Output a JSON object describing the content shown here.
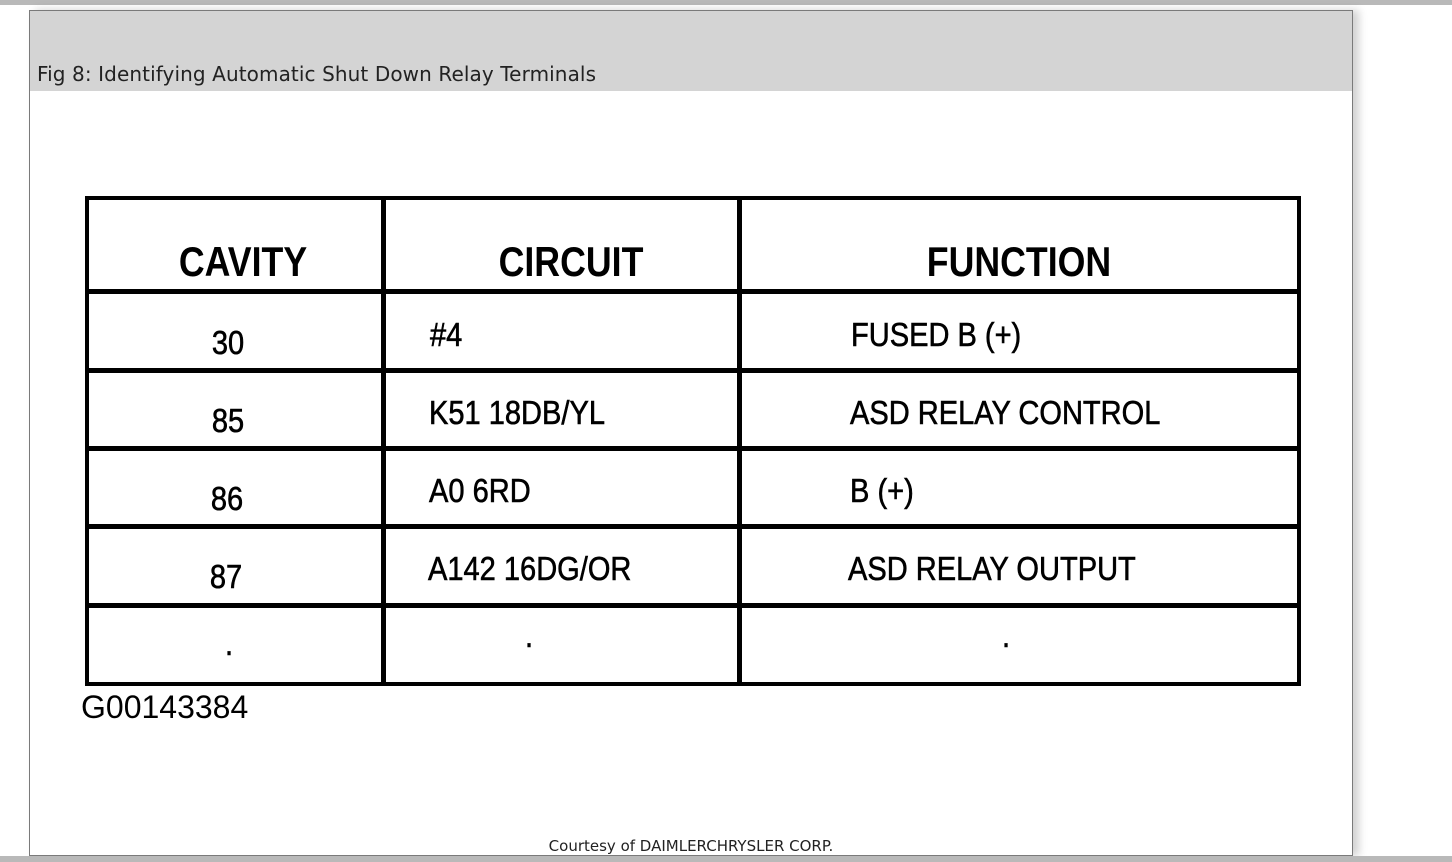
{
  "caption": "Fig 8: Identifying Automatic Shut Down Relay Terminals",
  "table": {
    "headers": [
      "CAVITY",
      "CIRCUIT",
      "FUNCTION"
    ],
    "rows": [
      [
        "30",
        "#4",
        "FUSED B (+)"
      ],
      [
        "85",
        "K51 18DB/YL",
        "ASD RELAY CONTROL"
      ],
      [
        "86",
        "A0 6RD",
        "B (+)"
      ],
      [
        "87",
        "A142 16DG/OR",
        "ASD RELAY OUTPUT"
      ],
      [
        ".",
        ".",
        "."
      ]
    ]
  },
  "figure_id": "G00143384",
  "courtesy": "Courtesy of DAIMLERCHRYSLER CORP."
}
